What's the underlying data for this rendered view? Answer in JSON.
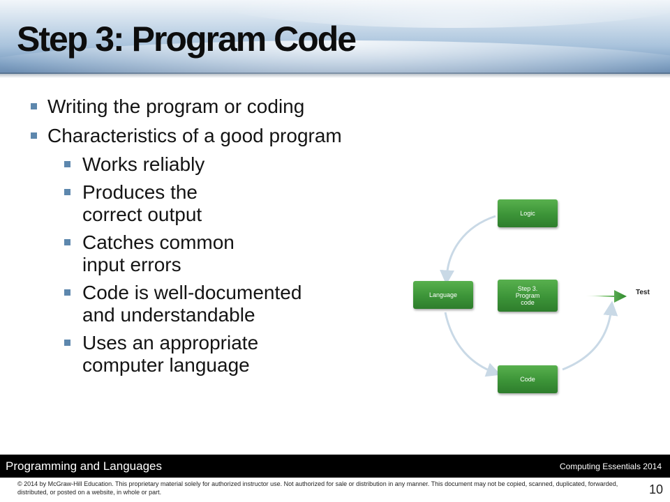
{
  "slide": {
    "title": "Step 3: Program Code",
    "bullets": [
      "Writing the program or coding",
      "Characteristics of a good program"
    ],
    "sub_bullets": [
      [
        "Works reliably"
      ],
      [
        "Produces the",
        "correct output"
      ],
      [
        "Catches common",
        "input errors"
      ],
      [
        "Code is well-documented",
        "and understandable"
      ],
      [
        "Uses an appropriate",
        "computer language"
      ]
    ]
  },
  "diagram": {
    "nodes": {
      "logic": "Logic",
      "language": "Language",
      "step3_line1": "Step 3.",
      "step3_line2": "Program",
      "step3_line3": "code",
      "code": "Code"
    },
    "test_label": "Test",
    "colors": {
      "node_green": "#3c9438",
      "cycle_arrow": "#c9d9e6",
      "test_arrow": "#3a9a36"
    }
  },
  "footer": {
    "left": "Programming and Languages",
    "right": "Computing Essentials 2014",
    "copyright": "© 2014 by McGraw-Hill Education. This proprietary material solely for authorized instructor use. Not authorized for sale or distribution in any manner. This document may not be copied, scanned, duplicated, forwarded, distributed, or posted on a website, in whole or part.",
    "page_number": "10"
  },
  "colors": {
    "bullet_marker": "#5d87ad",
    "footer_bg": "#000000"
  }
}
